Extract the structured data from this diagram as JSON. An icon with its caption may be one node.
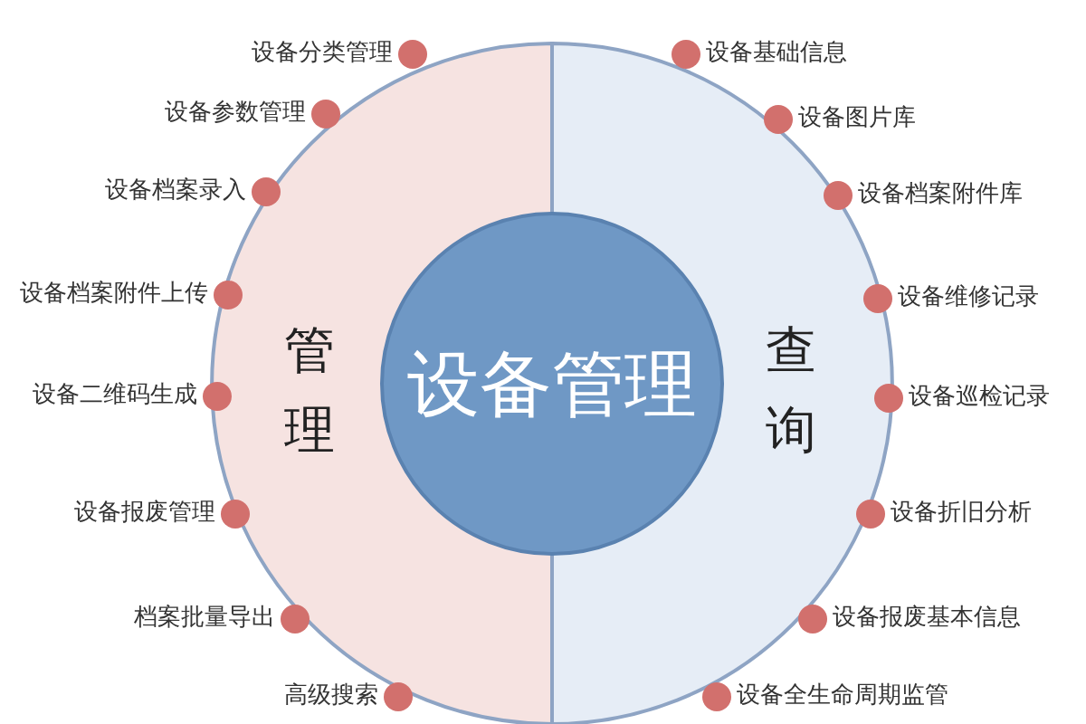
{
  "diagram": {
    "nodes": [
      {
        "text": [
          "管理"
        ]
      },
      {
        "text": [
          "设备管理"
        ]
      },
      {
        "text": [
          "查询"
        ]
      },
      {
        "text": [
          "设备分类管理"
        ]
      },
      {
        "text": [
          "设备参数管理"
        ]
      },
      {
        "text": [
          "设备档案录入"
        ]
      },
      {
        "text": [
          "设备档案附件上传"
        ]
      },
      {
        "text": [
          "设备二维码生成"
        ]
      },
      {
        "text": [
          "设备报废管理"
        ]
      },
      {
        "text": [
          "档案批量导出"
        ]
      },
      {
        "text": [
          "高级搜索"
        ]
      },
      {
        "text": [
          "设备基础信息"
        ]
      },
      {
        "text": [
          "设备图片库"
        ]
      },
      {
        "text": [
          "设备档案附件库"
        ]
      },
      {
        "text": [
          "设备维修记录"
        ]
      },
      {
        "text": [
          "设备巡检记录"
        ]
      },
      {
        "text": [
          "设备折旧分析"
        ]
      },
      {
        "text": [
          "设备报废基本信息"
        ]
      },
      {
        "text": [
          "设备全生命周期监管"
        ]
      }
    ]
  }
}
